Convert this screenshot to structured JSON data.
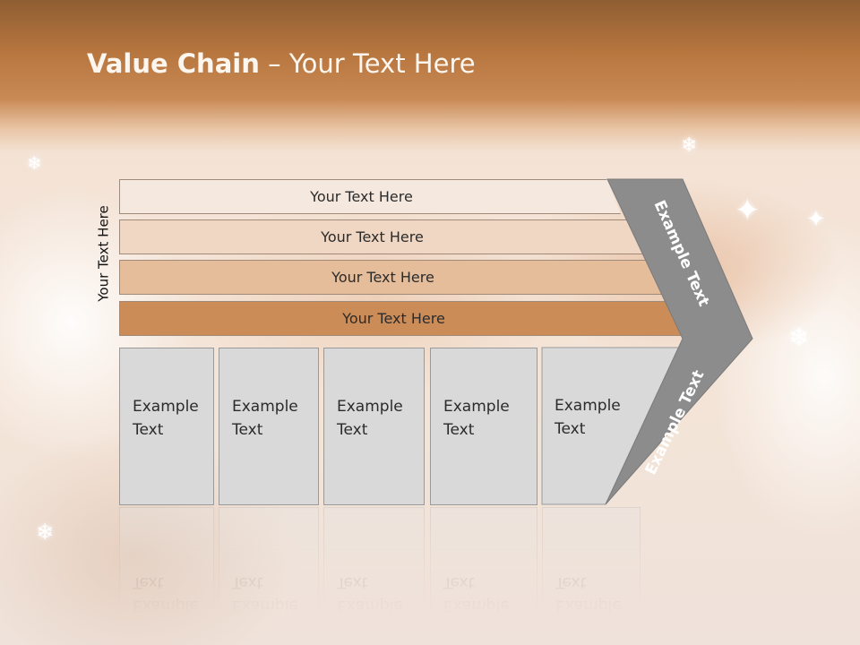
{
  "slide": {
    "title_bold": "Value Chain",
    "title_rest": " – Your Text Here",
    "vertical_label": "Your Text Here"
  },
  "bars": [
    {
      "label": "Your Text Here",
      "color": "#f5e9df"
    },
    {
      "label": "Your Text Here",
      "color": "#efd7c4"
    },
    {
      "label": "Your Text Here",
      "color": "#e5bd9a"
    },
    {
      "label": "Your Text Here",
      "color": "#cc8c58"
    }
  ],
  "boxes": [
    {
      "line1": "Example",
      "line2": "Text"
    },
    {
      "line1": "Example",
      "line2": "Text"
    },
    {
      "line1": "Example",
      "line2": "Text"
    },
    {
      "line1": "Example",
      "line2": "Text"
    },
    {
      "line1": "Example",
      "line2": "Text"
    }
  ],
  "chevron": {
    "upper_text": "Example Text",
    "lower_text": "Example Text",
    "color": "#8c8c8c"
  },
  "colors": {
    "header_brown": "#b8763f",
    "box_gray": "#d9d9d9"
  }
}
